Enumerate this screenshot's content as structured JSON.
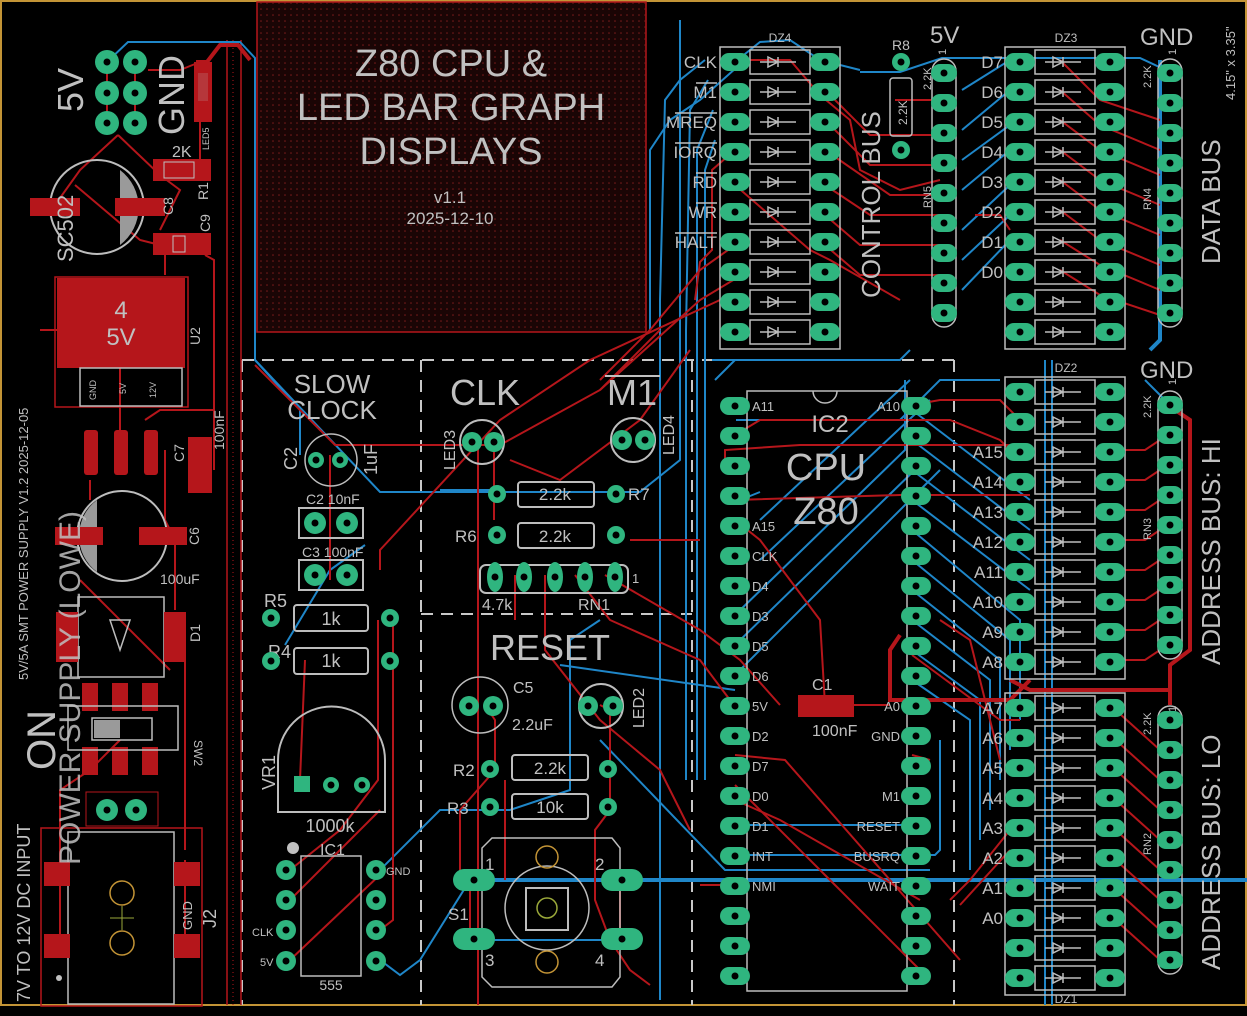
{
  "title": {
    "line1": "Z80 CPU &",
    "line2": "LED BAR GRAPH",
    "line3": "DISPLAYS",
    "version": "v1.1",
    "date": "2025-12-10"
  },
  "board_size": "4.15\" x 3.35\"",
  "power_supply": {
    "header_5v": "5V",
    "header_gnd": "GND",
    "r1_value": "2K",
    "r1_ref": "R1",
    "c8_ref": "C8",
    "c9_ref": "C9",
    "led_ref": "LED5",
    "cap_part": "SC502",
    "u2_pins": "4",
    "u2_volts": "5V",
    "u2_ref": "U2",
    "u2_pin_gnd": "GND",
    "u2_pin_5v": "5V",
    "u2_pin_12v": "12V",
    "c7_ref": "C7",
    "c7_value": "100nF",
    "c6_ref": "C6",
    "c6_value": "100uF",
    "d1_ref": "D1",
    "sw2_ref": "SW2",
    "on_label": "ON",
    "j2_ref": "J2",
    "j2_gnd": "GND",
    "power_label": "POWER SUPPLY (LOWE)",
    "title_text": "5V/5A SMT POWER SUPPLY  V1.2 2025-12-05",
    "input_text": "7V TO 12V DC INPUT"
  },
  "slow_clock": {
    "heading1": "SLOW",
    "heading2": "CLOCK",
    "c2_ref": "C2",
    "c2_value": "1uF",
    "c2b_label": "C2 10nF",
    "c3_label": "C3 100nF",
    "pad_gnd": "GND",
    "r5_ref": "R5",
    "r5_value": "1k",
    "r4_ref": "R4",
    "r4_value": "1k",
    "vr1_ref": "VR1",
    "vr1_value": "1000k",
    "ic1_ref": "IC1",
    "ic1_part": "555",
    "pin_clk": "CLK",
    "pin_5v": "5V",
    "pin_gnd": "GND"
  },
  "clk_m1": {
    "clk_heading": "CLK",
    "m1_heading": "M1",
    "led3_ref": "LED3",
    "led4_ref": "LED4",
    "r7_ref": "R7",
    "r7_value": "2.2k",
    "r6_ref": "R6",
    "r6_value": "2.2k",
    "rn1_value": "4.7k",
    "rn1_ref": "RN1",
    "rn1_pin1": "1"
  },
  "reset": {
    "heading": "RESET",
    "c5_ref": "C5",
    "c5_value": "2.2uF",
    "led2_ref": "LED2",
    "r2_ref": "R2",
    "r2_value": "2.2k",
    "r3_ref": "R3",
    "r3_value": "10k",
    "s1_ref": "S1",
    "pins": [
      "1",
      "2",
      "3",
      "4"
    ]
  },
  "cpu": {
    "ref": "IC2",
    "line1": "CPU",
    "line2": "Z80",
    "left_pins": [
      "A11",
      "",
      "",
      "",
      "A15",
      "CLK",
      "D4",
      "D3",
      "D5",
      "D6",
      "5V",
      "D2",
      "D7",
      "D0",
      "D1",
      "INT",
      "NMI",
      "",
      "",
      ""
    ],
    "right_pins": [
      "A10",
      "",
      "",
      "",
      "",
      "",
      "",
      "",
      "",
      "",
      "A0",
      "GND",
      "",
      "M1",
      "RESET",
      "BUSRQ",
      "WAIT",
      "",
      "",
      ""
    ],
    "c1_ref": "C1",
    "c1_value": "100nF"
  },
  "control_bus": {
    "ref": "DZ4",
    "label": "CONTROL BUS",
    "signals": [
      "CLK",
      "M1",
      "MREQ",
      "IORQ",
      "RD",
      "WR",
      "HALT"
    ],
    "r8_ref": "R8",
    "r8_value": "2.2K",
    "rn5_ref": "RN5",
    "rn5_value": "2.2K",
    "rail": "5V",
    "pin1": "1"
  },
  "data_bus": {
    "ref": "DZ3",
    "label": "DATA BUS",
    "signals": [
      "D7",
      "D6",
      "D5",
      "D4",
      "D3",
      "D2",
      "D1",
      "D0"
    ],
    "rn_ref": "RN4",
    "rn_value": "2.2K",
    "rail": "GND",
    "pin1": "1"
  },
  "address_hi": {
    "ref": "DZ2",
    "label": "ADDRESS BUS: HI",
    "signals": [
      "",
      "",
      "A15",
      "A14",
      "A13",
      "A12",
      "A11",
      "A10",
      "A9",
      "A8"
    ],
    "rn_ref": "RN3",
    "rn_value": "2.2K",
    "rail": "GND",
    "pin1": "1"
  },
  "address_lo": {
    "ref": "DZ1",
    "label": "ADDRESS BUS: LO",
    "signals": [
      "A7",
      "A6",
      "A5",
      "A4",
      "A3",
      "A2",
      "A1",
      "A0",
      "",
      ""
    ],
    "rn_ref": "RN2",
    "rn_value": "2.2K",
    "pin1": "1"
  }
}
